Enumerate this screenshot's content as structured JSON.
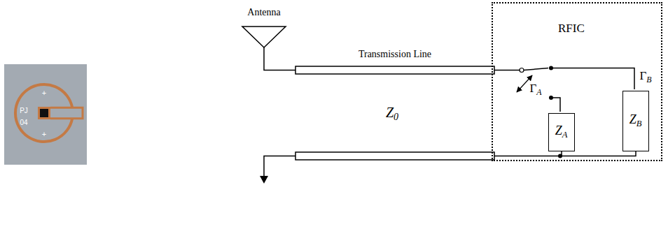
{
  "diagram": {
    "nodes": [
      {
        "text": [
          "RFIC"
        ]
      },
      {
        "text": [
          "ZA"
        ],
        "in": 0
      },
      {
        "text": [
          "ZB"
        ],
        "in": 0
      }
    ],
    "edges": [
      {
        "from": 1,
        "to": 2,
        "arrow": "none"
      }
    ],
    "labels": [
      "Antenna",
      "Transmission Line",
      "Z0",
      "ΓA",
      "ΓB",
      "PJ",
      "04",
      "+",
      "+"
    ]
  }
}
